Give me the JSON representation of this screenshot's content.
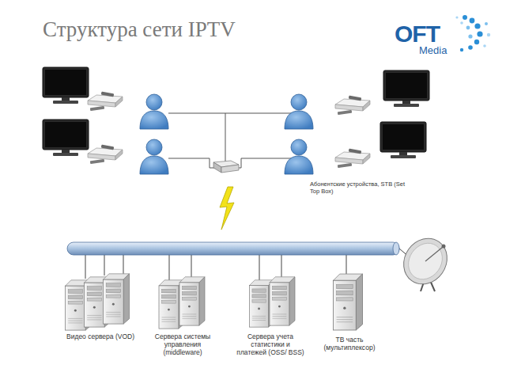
{
  "diagram": {
    "title": "Структура сети IPTV",
    "nodes": [
      {
        "text": [
          "Видео сервера (VOD)"
        ]
      },
      {
        "text": [
          "Сервера системы управления (middleware)"
        ]
      },
      {
        "text": [
          "Сервера учета статистики и платежей (OSS/ BSS)"
        ]
      },
      {
        "text": [
          "ТВ часть (мультиплексор)"
        ]
      }
    ],
    "labels": [
      "OFT",
      "Media",
      "Абонентские устройства, STB (Set Top Box)"
    ]
  }
}
